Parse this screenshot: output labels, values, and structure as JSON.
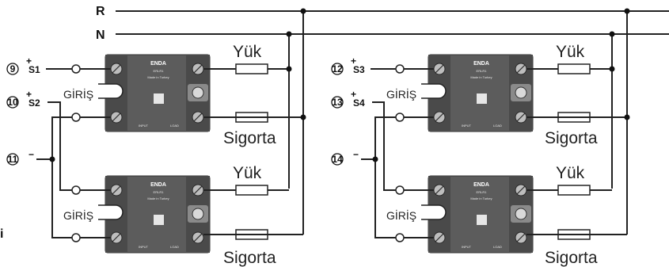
{
  "lines": {
    "r": "R",
    "n": "N"
  },
  "relays": [
    {
      "brand": "ENDA",
      "input_text": "INPUT",
      "load_text": "LOAD",
      "made_in": "Made in Turkey",
      "model": "ERLR1"
    },
    {
      "brand": "ENDA",
      "input_text": "INPUT",
      "load_text": "LOAD",
      "made_in": "Made in Turkey",
      "model": "ERLR1"
    },
    {
      "brand": "ENDA",
      "input_text": "INPUT",
      "load_text": "LOAD",
      "made_in": "Made in Turkey",
      "model": "ERLR1"
    },
    {
      "brand": "ENDA",
      "input_text": "INPUT",
      "load_text": "LOAD",
      "made_in": "Made in Turkey",
      "model": "ERLR1"
    }
  ],
  "labels": {
    "load": "Yük",
    "fuse": "Sigorta",
    "input": "GİRİŞ",
    "plus": "+",
    "minus": "−",
    "side_note": "i"
  },
  "terminals": {
    "t9": "9",
    "t10": "10",
    "t11": "11",
    "t12": "12",
    "t13": "13",
    "t14": "14",
    "s1": "S1",
    "s2": "S2",
    "s3": "S3",
    "s4": "S4"
  },
  "colors": {
    "relay": "#5c5c5c",
    "wire": "#222222"
  }
}
